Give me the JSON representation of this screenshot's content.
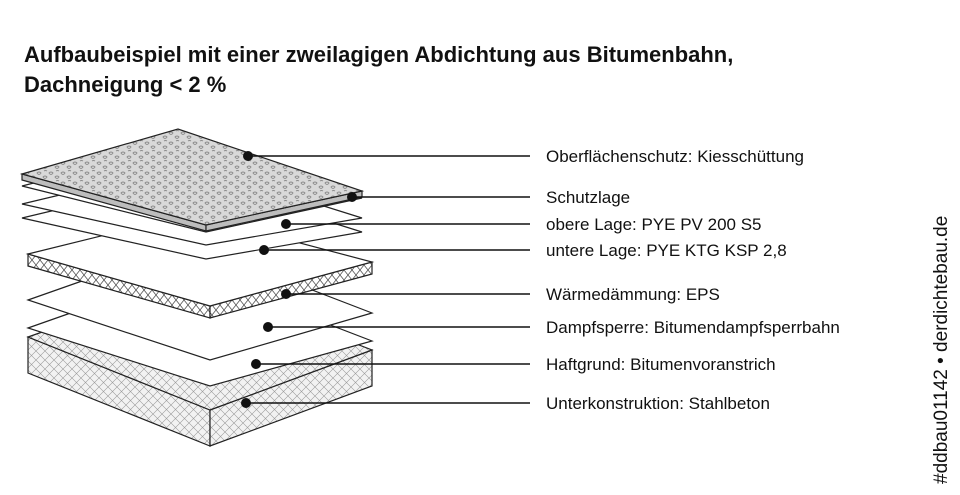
{
  "title": {
    "line1": "Aufbaubeispiel mit einer zweilagigen Abdichtung aus Bitumenbahn,",
    "line2": "Dachneigung < 2 %"
  },
  "layers": [
    {
      "key": "oberflaechenschutz",
      "label": "Oberflächenschutz: Kiesschüttung"
    },
    {
      "key": "schutzlage",
      "label": "Schutzlage"
    },
    {
      "key": "obere-lage",
      "label": "obere Lage: PYE PV 200 S5"
    },
    {
      "key": "untere-lage",
      "label": "untere Lage: PYE KTG KSP 2,8"
    },
    {
      "key": "waermedaemmung",
      "label": "Wärmedämmung: EPS"
    },
    {
      "key": "dampfsperre",
      "label": "Dampfsperre: Bitumendampfsperrbahn"
    },
    {
      "key": "haftgrund",
      "label": "Haftgrund: Bitumenvoranstrich"
    },
    {
      "key": "unterkonstruktion",
      "label": "Unterkonstruktion: Stahlbeton"
    }
  ],
  "side_text": "#ddbau01142 • derdichtebau.de",
  "colors": {
    "ink": "#111111",
    "background": "#ffffff"
  }
}
